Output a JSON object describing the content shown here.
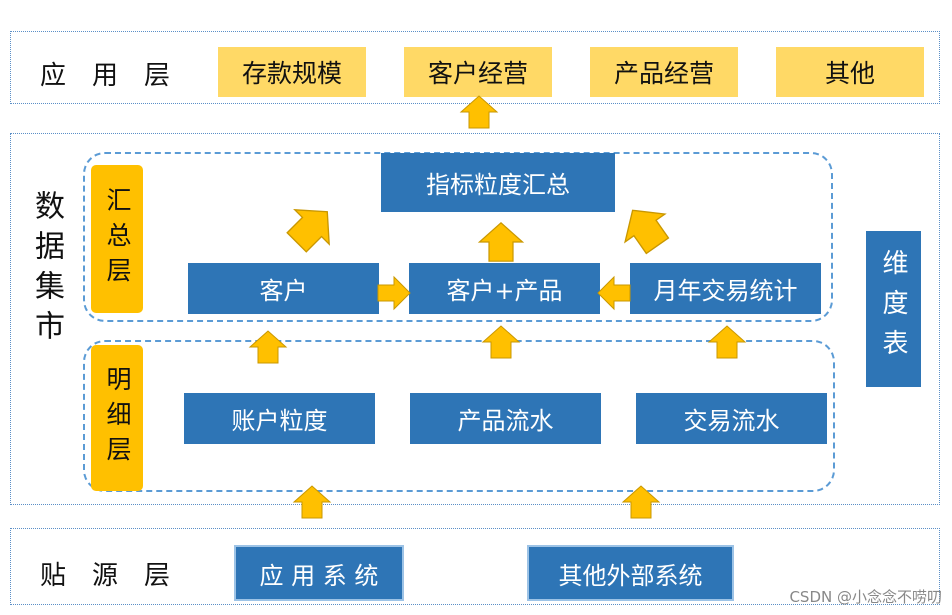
{
  "application_layer": {
    "label": "应　用　层",
    "boxes": [
      "存款规模",
      "客户经营",
      "产品经营",
      "其他"
    ]
  },
  "data_mart": {
    "label": "数据集市",
    "summary_layer": {
      "label": "汇总层",
      "top": "指标粒度汇总",
      "boxes": [
        "客户",
        "客户+产品",
        "月年交易统计"
      ]
    },
    "detail_layer": {
      "label": "明细层",
      "boxes": [
        "账户粒度",
        "产品流水",
        "交易流水"
      ]
    },
    "dimension_table": "维度表"
  },
  "source_layer": {
    "label": "贴　源　层",
    "boxes": [
      "应 用 系 统",
      "其他外部系统"
    ]
  },
  "watermark": "CSDN @小念念不唠叨",
  "colors": {
    "yellow_box": "#ffd966",
    "orange_label": "#ffc000",
    "blue_box": "#2e75b6",
    "arrow_fill": "#ffc000",
    "arrow_stroke": "#c99700"
  }
}
